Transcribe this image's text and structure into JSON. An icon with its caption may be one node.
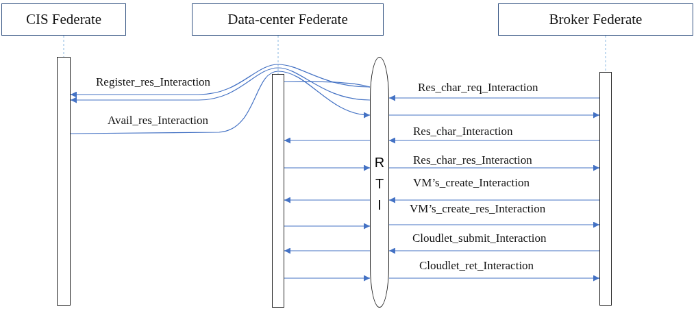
{
  "diagram": {
    "nodes": [
      {
        "text": [
          "CIS Federate"
        ]
      },
      {
        "text": [
          "Data-center Federate"
        ]
      },
      {
        "text": [
          "Broker Federate"
        ]
      },
      {
        "text": [],
        "shape": "bar"
      },
      {
        "text": [],
        "shape": "bar"
      },
      {
        "text": [
          "R T I"
        ]
      },
      {
        "text": [],
        "shape": "bar"
      }
    ],
    "edges": [
      {
        "from": 0,
        "to": 3,
        "arrow": "none",
        "style": "dashed",
        "color": "#9dc3e6"
      },
      {
        "from": 1,
        "to": 4,
        "arrow": "none",
        "style": "dashed",
        "color": "#9dc3e6"
      },
      {
        "from": 2,
        "to": 6,
        "arrow": "none",
        "style": "dashed",
        "color": "#9dc3e6"
      },
      {
        "from": 4,
        "to": 5,
        "arrow": "none"
      },
      {
        "from": 5,
        "to": 3,
        "arrow": "to",
        "label": "Register_res_Interaction"
      },
      {
        "from": 6,
        "to": 5,
        "arrow": "to",
        "label": "Res_char_req_Interaction"
      },
      {
        "from": 5,
        "to": 3,
        "arrow": "to"
      },
      {
        "from": 3,
        "to": 5,
        "arrow": "to",
        "label": "Avail_res_Interaction"
      },
      {
        "from": 5,
        "to": 6,
        "arrow": "to"
      },
      {
        "from": 6,
        "to": 5,
        "arrow": "to",
        "label": "Res_char_Interaction"
      },
      {
        "from": 5,
        "to": 4,
        "arrow": "to"
      },
      {
        "from": 4,
        "to": 5,
        "arrow": "to"
      },
      {
        "from": 5,
        "to": 6,
        "arrow": "to",
        "label": "Res_char_res_Interaction"
      },
      {
        "from": 6,
        "to": 5,
        "arrow": "to",
        "label": "VM’s_create_Interaction"
      },
      {
        "from": 5,
        "to": 4,
        "arrow": "to"
      },
      {
        "from": 4,
        "to": 5,
        "arrow": "to"
      },
      {
        "from": 5,
        "to": 6,
        "arrow": "to",
        "label": "VM’s_create_res_Interaction"
      },
      {
        "from": 6,
        "to": 5,
        "arrow": "to",
        "label": "Cloudlet_submit_Interaction"
      },
      {
        "from": 5,
        "to": 4,
        "arrow": "to"
      },
      {
        "from": 4,
        "to": 5,
        "arrow": "to"
      },
      {
        "from": 5,
        "to": 6,
        "arrow": "to",
        "label": "Cloudlet_ret_Interaction"
      }
    ]
  }
}
